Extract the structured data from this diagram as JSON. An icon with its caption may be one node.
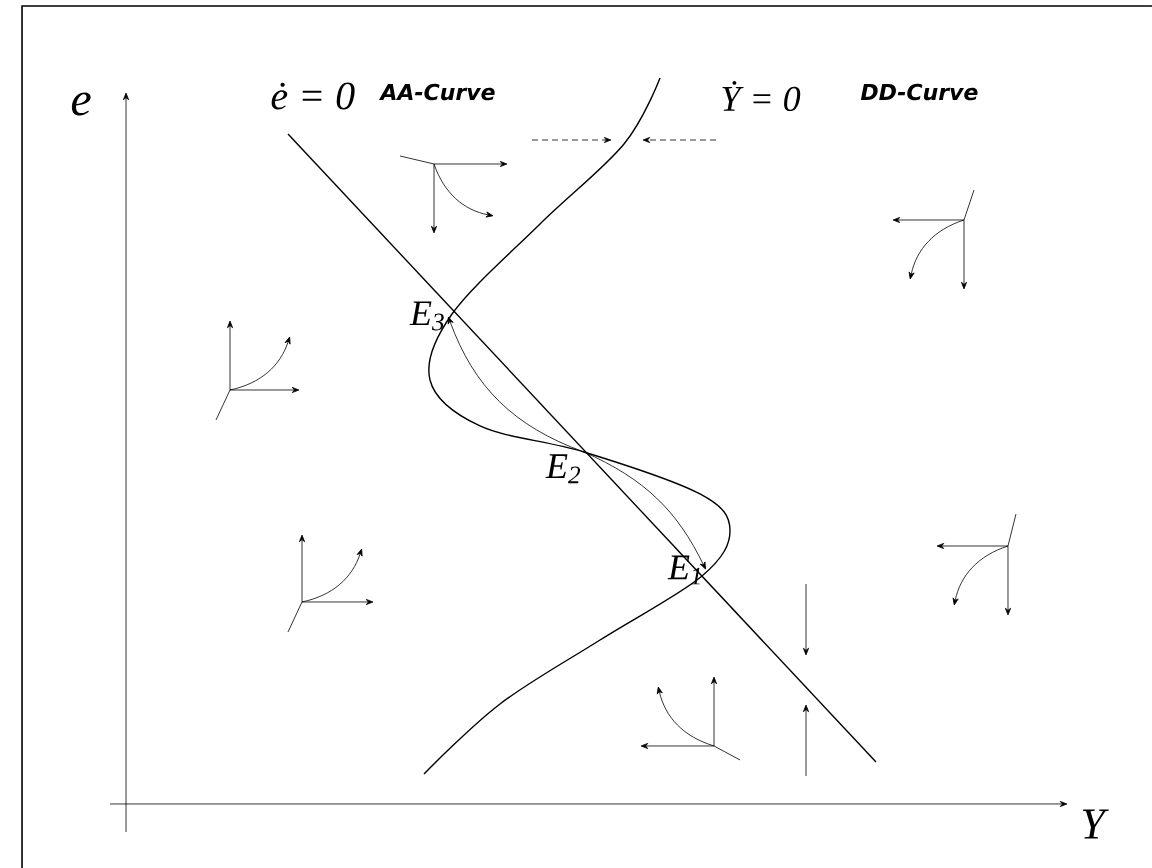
{
  "diagram": {
    "nodes": [
      {
        "text": [
          "E$_{3}$"
        ]
      },
      {
        "text": [
          "E$_{2}$"
        ]
      },
      {
        "text": [
          "E$_{1}$"
        ]
      }
    ],
    "edges": [
      {
        "from": 1,
        "to": 0,
        "arrow": "to"
      },
      {
        "from": 1,
        "to": 2,
        "arrow": "to"
      }
    ],
    "labels": [
      "e",
      "ė = 0",
      "AA-Curve",
      "Ẏ = 0",
      "DD-Curve",
      "Y"
    ]
  }
}
